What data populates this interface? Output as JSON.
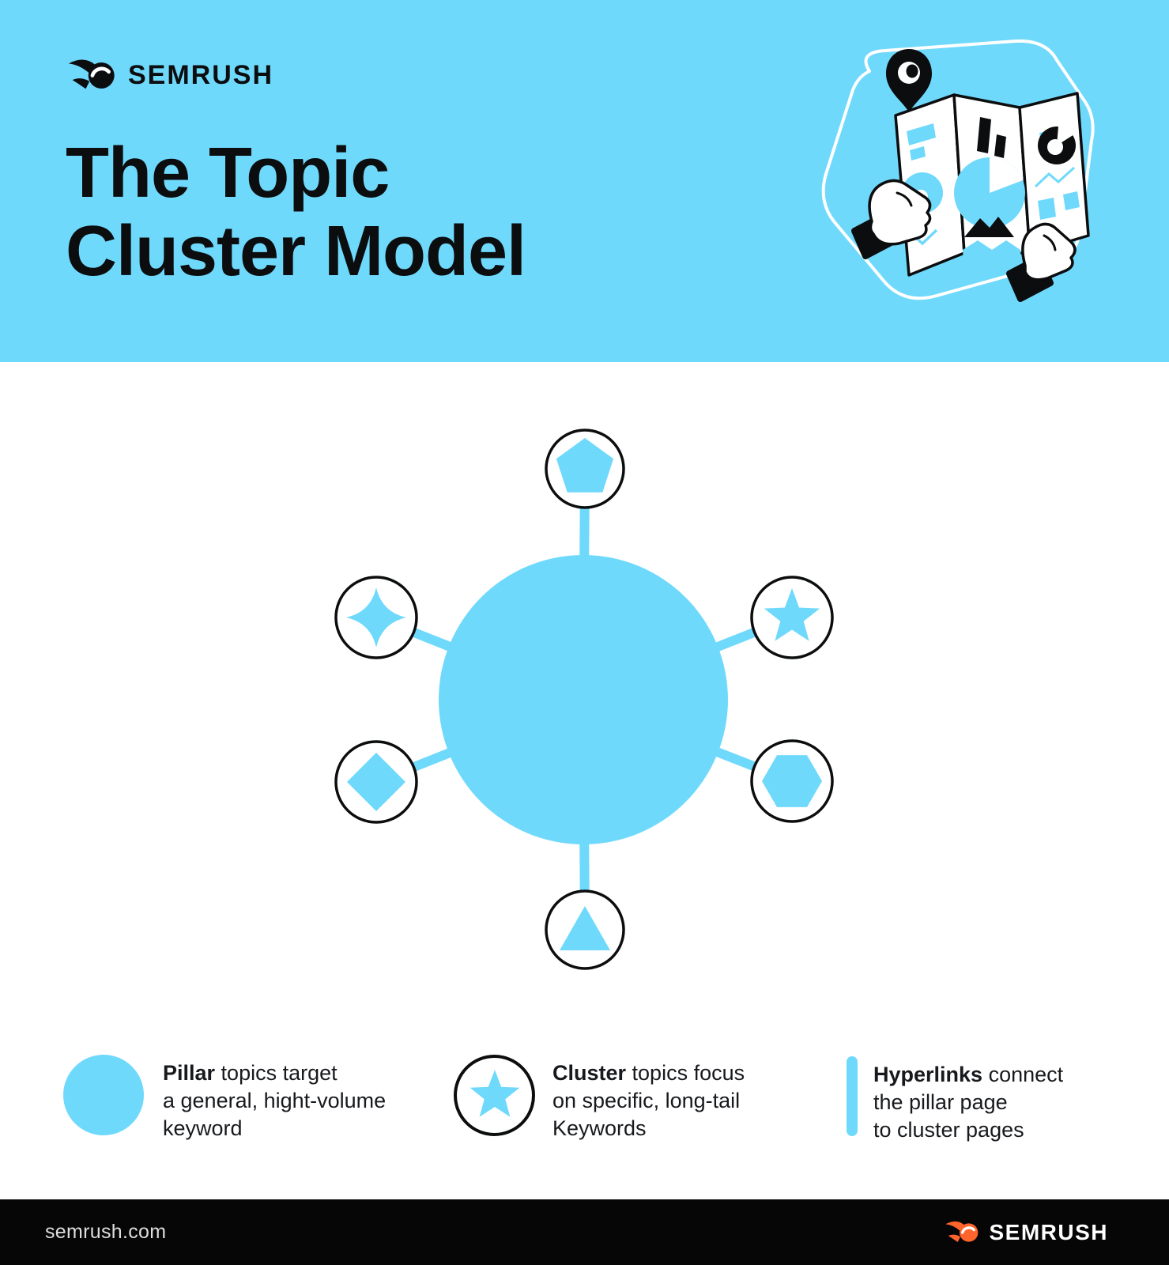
{
  "colors": {
    "accent_blue": "#6FD9FC",
    "ink": "#0C0D0E",
    "footer_bg": "#060607",
    "logo_orange": "#FF642D",
    "text_dark": "#17191D",
    "footer_text": "#DEDEDE"
  },
  "header": {
    "logo_text": "SEMRUSH",
    "title_line1": "The Topic",
    "title_line2": "Cluster Model",
    "illustration": "hands-holding-map-with-location-pin"
  },
  "diagram": {
    "pillar_node_shape": "large-circle",
    "cluster_nodes": [
      {
        "position": "top",
        "shape": "pentagon"
      },
      {
        "position": "upper-left",
        "shape": "four-point-star"
      },
      {
        "position": "upper-right",
        "shape": "five-point-star"
      },
      {
        "position": "lower-left",
        "shape": "diamond"
      },
      {
        "position": "lower-right",
        "shape": "hexagon"
      },
      {
        "position": "bottom",
        "shape": "triangle"
      }
    ]
  },
  "legend": {
    "items": [
      {
        "icon": "pillar-circle-icon",
        "lead": "Pillar",
        "rest": " topics target",
        "line2": "a general, hight-volume",
        "line3": "keyword"
      },
      {
        "icon": "cluster-star-icon",
        "lead": "Cluster",
        "rest": " topics focus",
        "line2": "on specific, long-tail",
        "line3": "Keywords"
      },
      {
        "icon": "hyperlinks-bar-icon",
        "lead": "Hyperlinks",
        "rest": " connect",
        "line2": "the pillar page",
        "line3": "to cluster pages"
      }
    ]
  },
  "footer": {
    "website": "semrush.com",
    "logo_text": "SEMRUSH"
  }
}
